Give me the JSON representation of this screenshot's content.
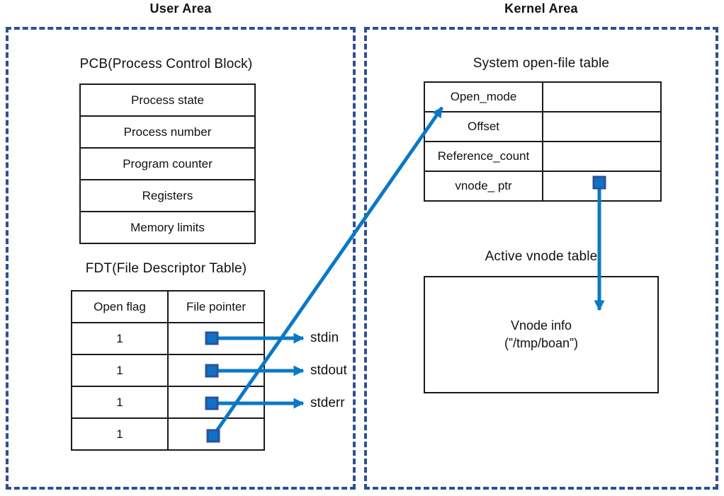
{
  "areas": {
    "user_title": "User Area",
    "kernel_title": "Kernel Area"
  },
  "pcb": {
    "title": "PCB(Process Control Block)",
    "rows": [
      "Process state",
      "Process number",
      "Program counter",
      "Registers",
      "Memory limits"
    ]
  },
  "fdt": {
    "title": "FDT(File Descriptor Table)",
    "headers": [
      "Open flag",
      "File pointer"
    ],
    "open_flags": [
      "1",
      "1",
      "1",
      "1"
    ]
  },
  "streams": [
    "stdin",
    "stdout",
    "stderr"
  ],
  "open_file_table": {
    "title": "System open-file table",
    "rows": [
      "Open_mode",
      "Offset",
      "Reference_count",
      "vnode_ ptr"
    ]
  },
  "vnode_table": {
    "title": "Active vnode table",
    "info_line1": "Vnode info",
    "info_line2": "(”/tmp/boan”)"
  },
  "icons": {
    "file_pointer_marker": "square-marker",
    "arrow_glyph": "→"
  },
  "colors": {
    "arrow_blue": "#0b78c6",
    "marker_fill": "#0e72c6",
    "marker_border": "#2b519e",
    "dashed_border": "#2f4f8f",
    "table_border": "#1a1a1a"
  }
}
